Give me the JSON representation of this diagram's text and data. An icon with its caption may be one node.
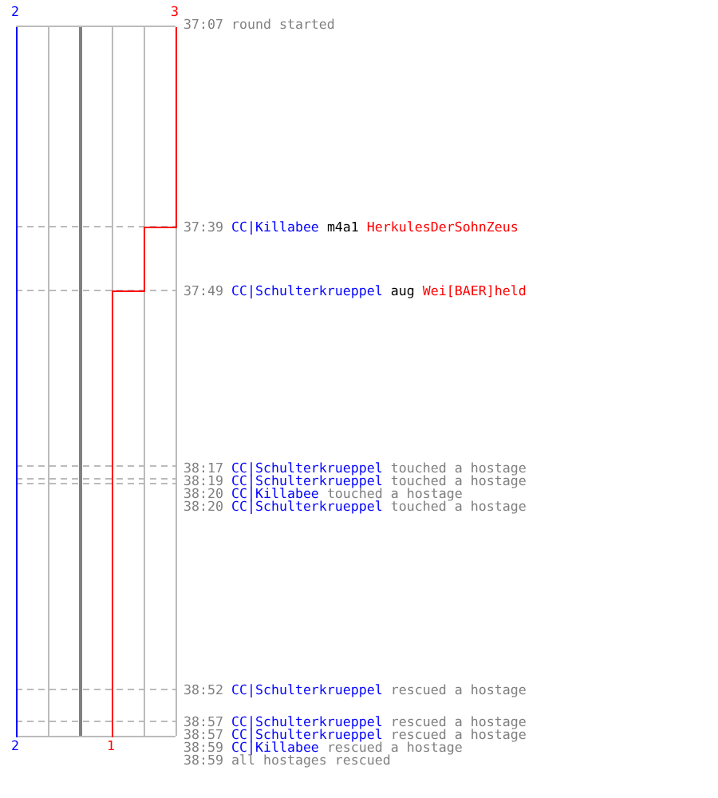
{
  "diagram": {
    "labels": [
      "2",
      "3",
      "37:07",
      "round started",
      "37:39",
      "CC|Killabee",
      "m4a1",
      "HerkulesDerSohnZeus",
      "37:49",
      "CC|Schulterkrueppel",
      "aug",
      "Wei[BAER]held",
      "38:17",
      "CC|Schulterkrueppel",
      "touched a hostage",
      "38:19",
      "CC|Schulterkrueppel",
      "touched a hostage",
      "38:20",
      "CC|Killabee",
      "touched a hostage",
      "38:20",
      "CC|Schulterkrueppel",
      "touched a hostage",
      "38:52",
      "CC|Schulterkrueppel",
      "rescued a hostage",
      "38:57",
      "CC|Schulterkrueppel",
      "rescued a hostage",
      "38:57",
      "CC|Schulterkrueppel",
      "rescued a hostage",
      "2",
      "1",
      "38:59",
      "CC|Killabee",
      "rescued a hostage",
      "38:59",
      "all hostages rescued"
    ]
  }
}
